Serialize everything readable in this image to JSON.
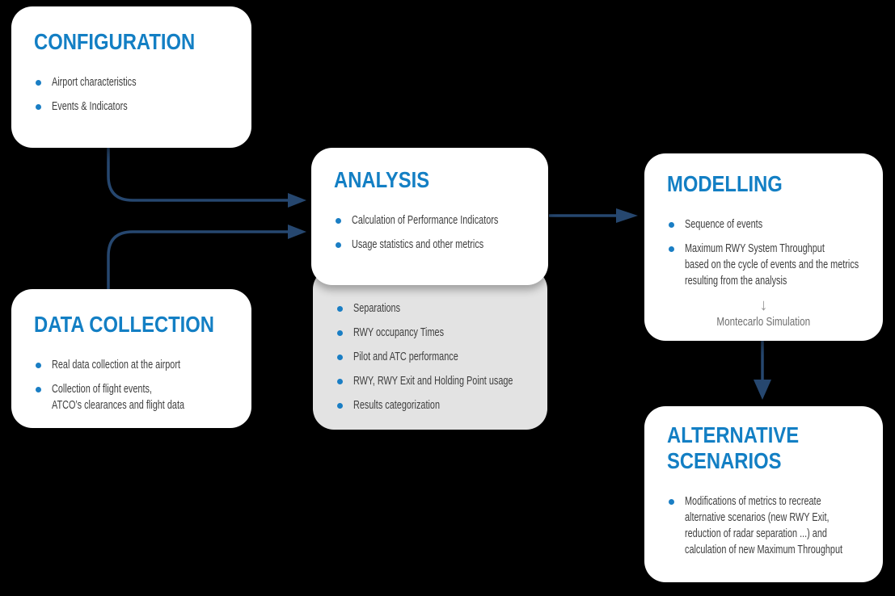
{
  "canvas": {
    "background": "#000000"
  },
  "colors": {
    "title_blue": "#137fc4",
    "bullet_blue": "#1a7ec4",
    "body_text": "#3e3e3e",
    "arrow_navy": "#26476f",
    "gray_panel": "#e3e3e3",
    "muted_gray": "#6e6e6e"
  },
  "boxes": {
    "configuration": {
      "title": "CONFIGURATION",
      "bullets": [
        "Airport characteristics",
        "Events & Indicators"
      ]
    },
    "data_collection": {
      "title": "DATA COLLECTION",
      "bullets": [
        "Real data collection at the airport",
        "Collection of flight events,\nATCO’s clearances and flight data"
      ]
    },
    "analysis": {
      "title": "ANALYSIS",
      "bullets": [
        "Calculation of Performance Indicators",
        "Usage statistics and other metrics"
      ]
    },
    "analysis_details": {
      "bullets": [
        "Separations",
        "RWY occupancy Times",
        "Pilot and ATC performance",
        "RWY, RWY Exit and Holding Point usage",
        "Results categorization"
      ]
    },
    "modelling": {
      "title": "MODELLING",
      "bullets": [
        "Sequence of events",
        "Maximum RWY System Throughput\nbased on the cycle of events and the metrics\nresulting from the analysis"
      ],
      "sub_arrow": "↓",
      "sub_label": "Montecarlo Simulation"
    },
    "alternative_scenarios": {
      "title": "ALTERNATIVE\nSCENARIOS",
      "bullets": [
        "Modifications of metrics to recreate\nalternative scenarios (new RWY Exit,\nreduction of radar separation ...) and\ncalculation of new Maximum Throughput"
      ]
    }
  }
}
